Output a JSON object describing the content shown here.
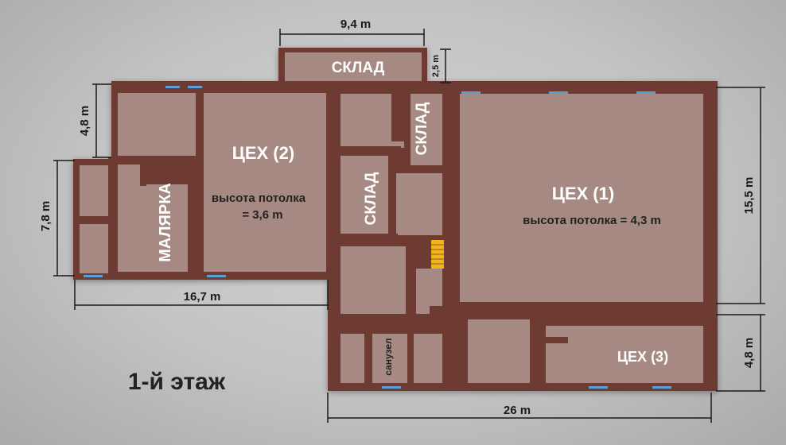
{
  "floor_title": "1-й этаж",
  "rooms": {
    "sklad_top": "СКЛАД",
    "sklad_right_vertical": "СКЛАД",
    "sklad_mid_vertical": "СКЛАД",
    "tseh2": "ЦЕХ (2)",
    "tseh2_ceiling_line1": "высота потолка",
    "tseh2_ceiling_line2": "= 3,6 m",
    "tseh1": "ЦЕХ (1)",
    "tseh1_ceiling": "высота потолка = 4,3 m",
    "tseh3": "ЦЕХ (3)",
    "malyarka": "МАЛЯРКА",
    "sanuzel": "санузел"
  },
  "dimensions": {
    "top_width": "9,4 m",
    "sklad_depth": "2,5 m",
    "left_upper": "4,8 m",
    "left_lower": "7,8 m",
    "left_width": "16,7 m",
    "right_upper": "15,5 m",
    "right_lower": "4,8 m",
    "total_width": "26 m"
  },
  "colors": {
    "wall": "#6e3b33",
    "floor": "#a68983",
    "window": "#5aa0d8",
    "stairs": "#f2b41c"
  }
}
